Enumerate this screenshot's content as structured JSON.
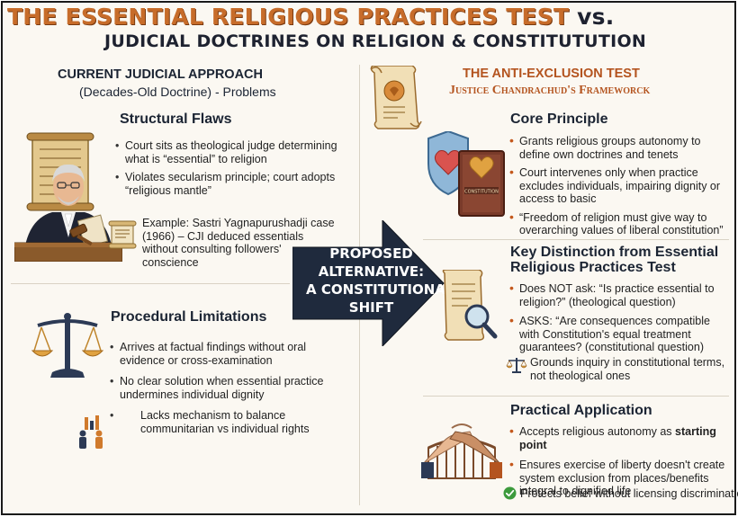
{
  "title": {
    "line1_emphasis": "THE ESSENTIAL RELIGIOUS PRACTICES TEST",
    "line1_vs": "vs.",
    "line2": "JUDICIAL DOCTRINES ON RELIGION & CONSTITUTUTION"
  },
  "left": {
    "heading": "CURRENT JUDICIAL APPROACH",
    "subheading": "(Decades-Old Doctrine) - Problems",
    "structural": {
      "title": "Structural Flaws",
      "bullets": [
        "Court sits as theological judge determining what is “essential” to religion",
        "Violates secularism principle; court adopts “religious mantle”"
      ],
      "example": "Example: Sastri Yagnapurushadji case (1966) – CJI deduced essentials without consulting followers' conscience"
    },
    "procedural": {
      "title": "Procedural Limitations",
      "bullets": [
        "Arrives at factual findings without oral evidence or cross-examination",
        "No clear solution when essential practice undermines individual dignity",
        "Lacks mechanism to balance communitarian vs individual rights"
      ]
    }
  },
  "arrow": {
    "line1": "PROPOSED",
    "line2": "ALTERNATIVE:",
    "line3": "A CONSTITUTIONAL",
    "line4": "SHIFT"
  },
  "right": {
    "heading": "THE ANTI-EXCLUSION TEST",
    "subheading": "Justice Chandrachud's Frameworck",
    "core": {
      "title": "Core Principle",
      "bullets": [
        "Grants religious groups autonomy to define own doctrines and tenets",
        "Court intervenes only when practice excludes individuals, impairing dignity or access to basic",
        "“Freedom of religion must give way to overarching values of liberal constitution”"
      ],
      "book_label": "CONSTITUTION"
    },
    "distinction": {
      "title_line1": "Key Distinction from Essential",
      "title_line2": "Religious Practices Test",
      "bullets": [
        "Does NOT ask: “Is practice essential to religion?” (theological question)",
        "ASKS: “Are consequences compatible with Constitution's equal treatment guarantees? (constitutional question)"
      ],
      "note": "Grounds inquiry in constitutional terms, not theological ones"
    },
    "practical": {
      "title": "Practical Application",
      "b1_prefix": "Accepts religious autonomy as ",
      "b1_bold": "starting point",
      "b2": "Ensures exercise of liberty doesn't create system exclusion from places/benefits integral to dignified life",
      "check": "Protects belief without licensing discrimination"
    }
  },
  "colors": {
    "accent_orange": "#c4581c",
    "navy": "#1e2a3c",
    "arrow": "#1f2a3d",
    "check_green": "#3c9a3c"
  }
}
